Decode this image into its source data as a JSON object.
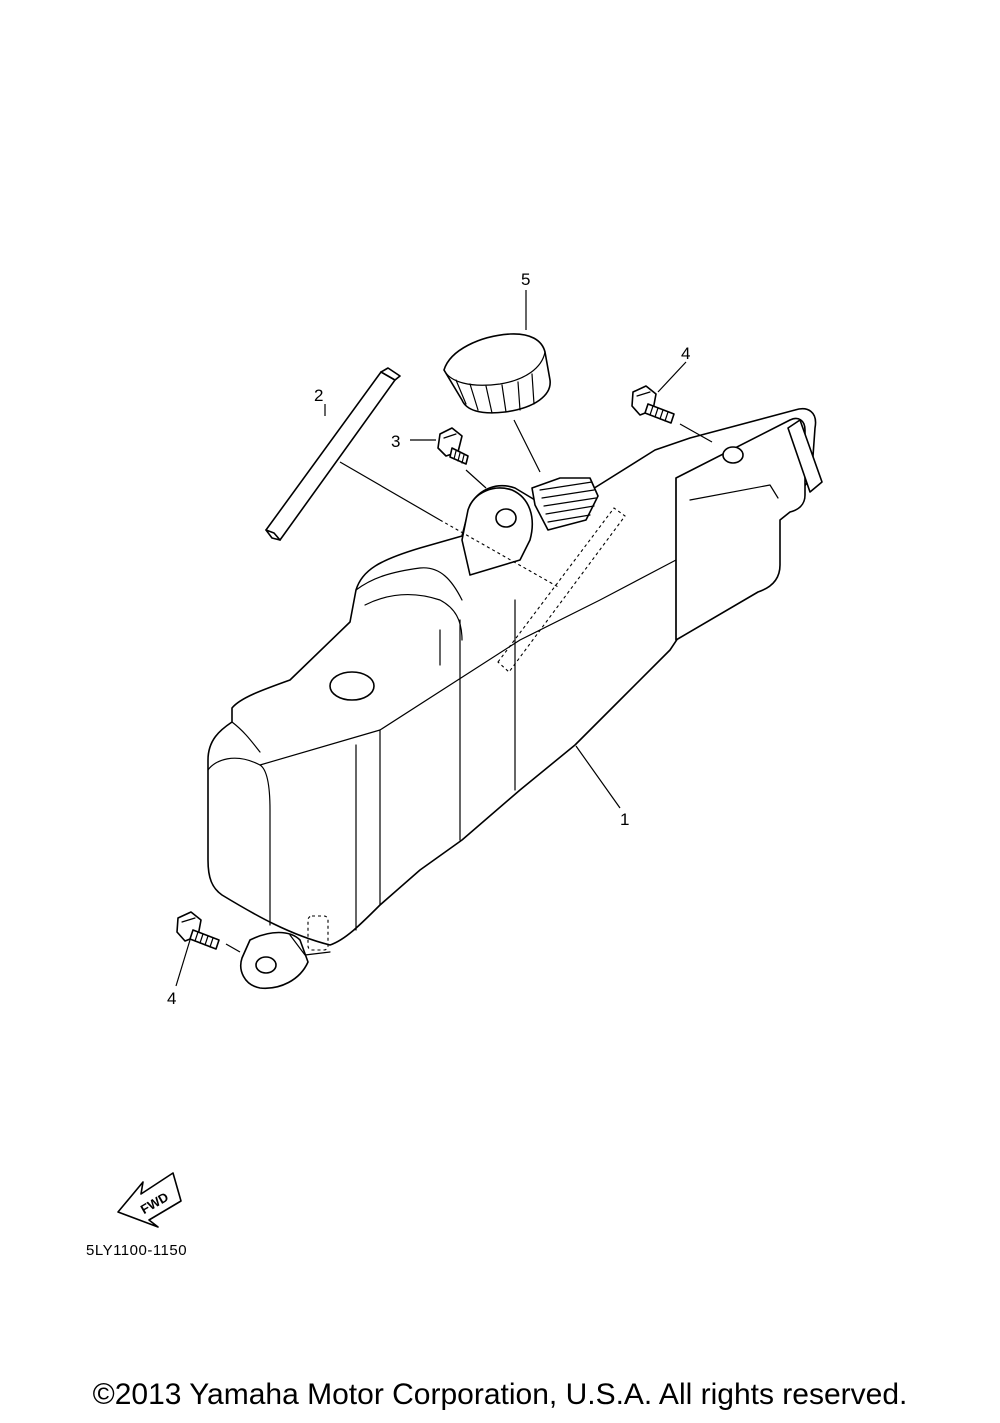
{
  "callouts": [
    {
      "id": "1",
      "label": "1"
    },
    {
      "id": "2",
      "label": "2"
    },
    {
      "id": "3",
      "label": "3"
    },
    {
      "id": "4",
      "label": "4"
    },
    {
      "id": "5",
      "label": "5"
    }
  ],
  "direction_arrow": {
    "label": "FWD"
  },
  "diagram_code": "5LY1100-1150",
  "copyright": "©2013 Yamaha Motor Corporation, U.S.A. All rights reserved."
}
